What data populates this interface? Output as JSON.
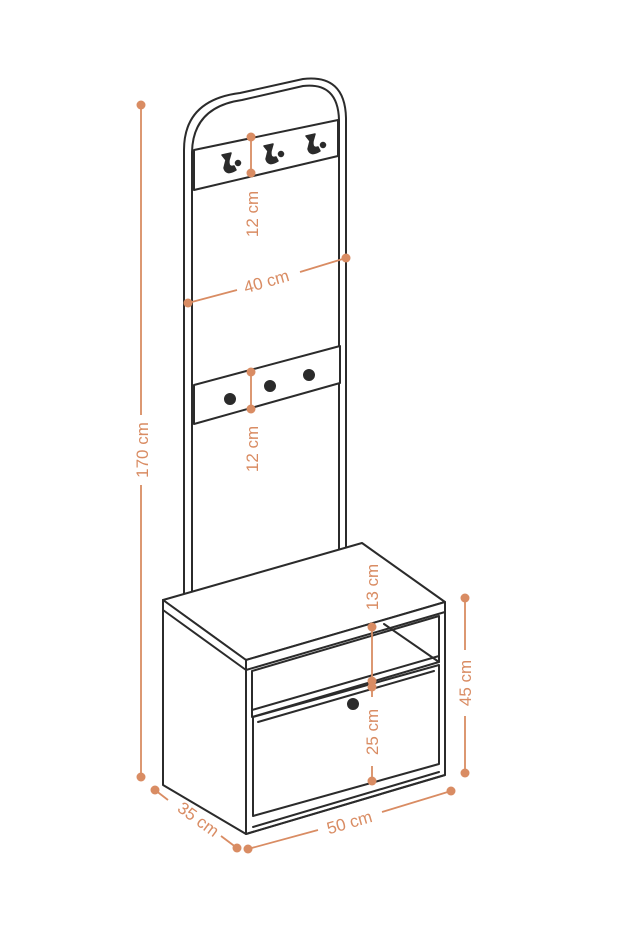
{
  "colors": {
    "furniture": "#2b2b2b",
    "dimension": "#d98c63",
    "background": "#ffffff"
  },
  "dimensions": {
    "total_height": "170 cm",
    "hook_rail_gap": "12 cm",
    "frame_width": "40 cm",
    "knob_rail_gap": "12 cm",
    "bench_top": "13 cm",
    "bench_height": "45 cm",
    "drawer_height": "25 cm",
    "depth": "35 cm",
    "width": "50 cm"
  }
}
